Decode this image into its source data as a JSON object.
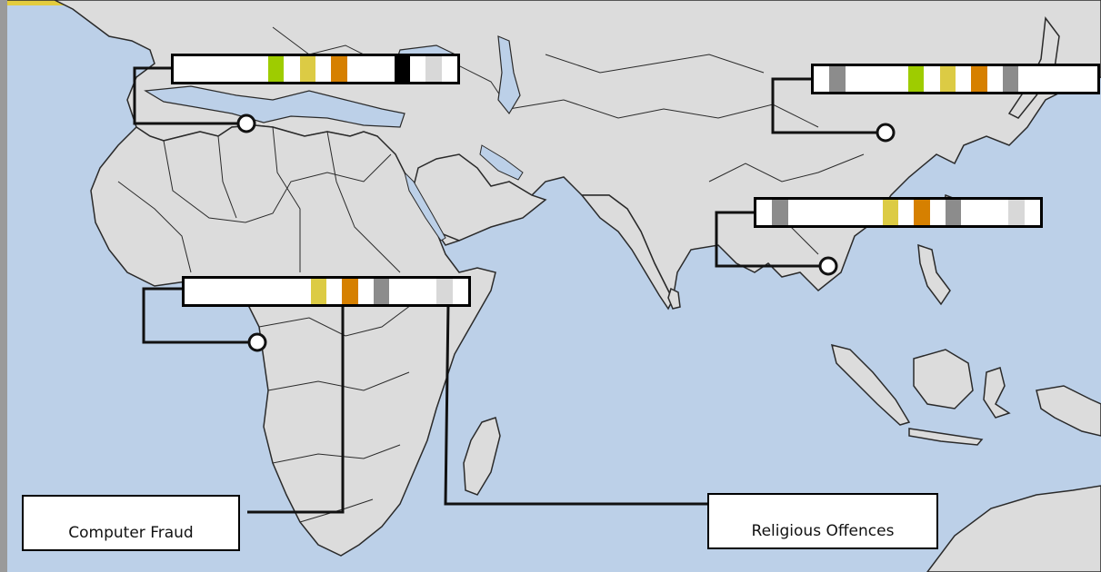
{
  "colors": {
    "ocean": "#bcd0e8",
    "land": "#dcdcdc",
    "border": "#2a2a2a",
    "accent_top": "#e3cc3e",
    "green": "#9ecc00",
    "yellow": "#dccb44",
    "orange": "#d68000",
    "grey": "#8c8c8c",
    "black": "#000000",
    "lightgrey": "#d8d8d8"
  },
  "legend": [
    {
      "id": "computer-fraud",
      "label": "Computer Fraud"
    },
    {
      "id": "religious-offences",
      "label": "Religious Offences"
    }
  ],
  "markers": [
    {
      "id": "tunisia",
      "segments": [
        "white",
        "white",
        "white",
        "white",
        "white",
        "white",
        "green",
        "white",
        "yellow",
        "white",
        "orange",
        "white",
        "white",
        "white",
        "black",
        "white",
        "lightgrey",
        "white"
      ]
    },
    {
      "id": "china",
      "segments": [
        "white",
        "grey",
        "white",
        "white",
        "white",
        "white",
        "green",
        "white",
        "yellow",
        "white",
        "orange",
        "white",
        "grey",
        "white",
        "white",
        "white",
        "white",
        "white"
      ]
    },
    {
      "id": "cambodia",
      "segments": [
        "white",
        "grey",
        "white",
        "white",
        "white",
        "white",
        "white",
        "white",
        "yellow",
        "white",
        "orange",
        "white",
        "grey",
        "white",
        "white",
        "white",
        "lightgrey",
        "white"
      ]
    },
    {
      "id": "central-africa",
      "segments": [
        "white",
        "white",
        "white",
        "white",
        "white",
        "white",
        "white",
        "white",
        "yellow",
        "white",
        "orange",
        "white",
        "grey",
        "white",
        "white",
        "white",
        "lightgrey",
        "white"
      ]
    }
  ]
}
